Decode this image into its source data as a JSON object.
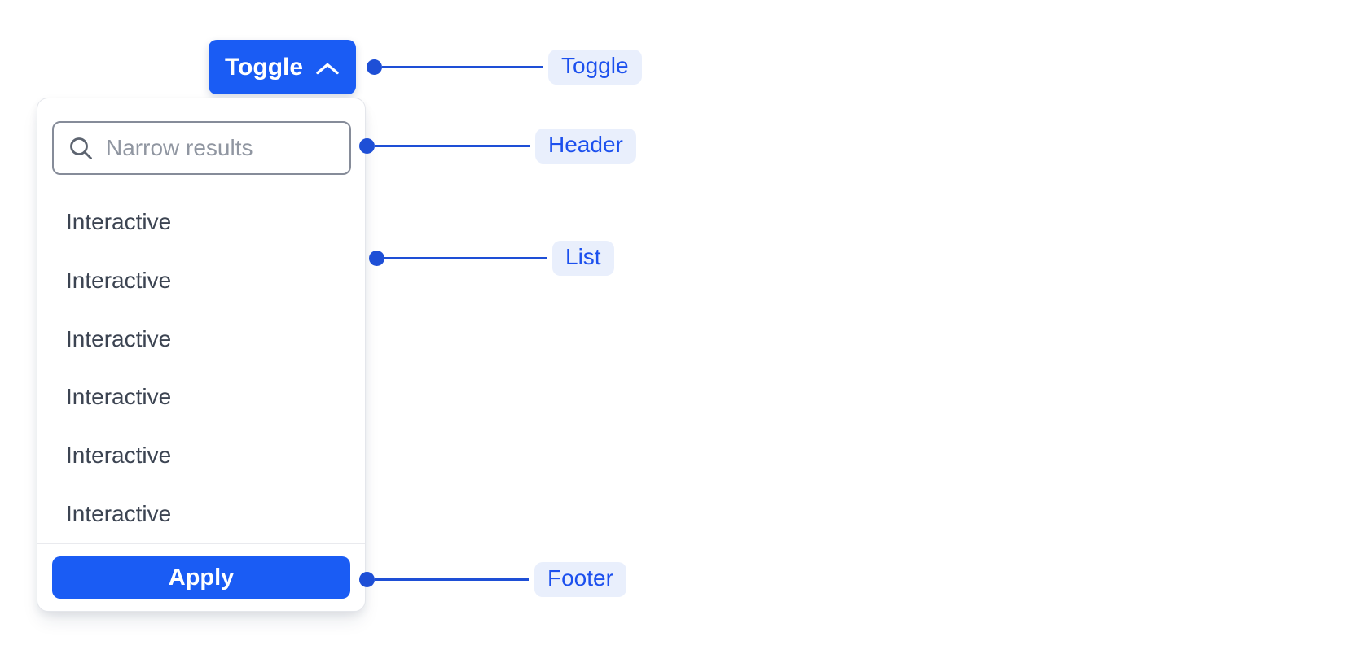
{
  "toggle_button": {
    "label": "Toggle",
    "icon": "chevron-up-icon"
  },
  "dropdown": {
    "search": {
      "placeholder": "Narrow results",
      "icon": "search-icon",
      "value": ""
    },
    "items": [
      "Interactive",
      "Interactive",
      "Interactive",
      "Interactive",
      "Interactive",
      "Interactive"
    ],
    "footer": {
      "apply_label": "Apply"
    }
  },
  "annotations": [
    {
      "label": "Toggle"
    },
    {
      "label": "Header"
    },
    {
      "label": "List"
    },
    {
      "label": "Footer"
    }
  ],
  "colors": {
    "primary": "#1a5cf4",
    "connector": "#1e4fd6",
    "pill_bg": "#e9effc",
    "pill_text": "#1c50ee",
    "item_text": "#3c4452",
    "placeholder": "#9096a1",
    "panel_border": "#e4e6eb",
    "input_border": "#868c99",
    "divider": "#e9eaee"
  }
}
